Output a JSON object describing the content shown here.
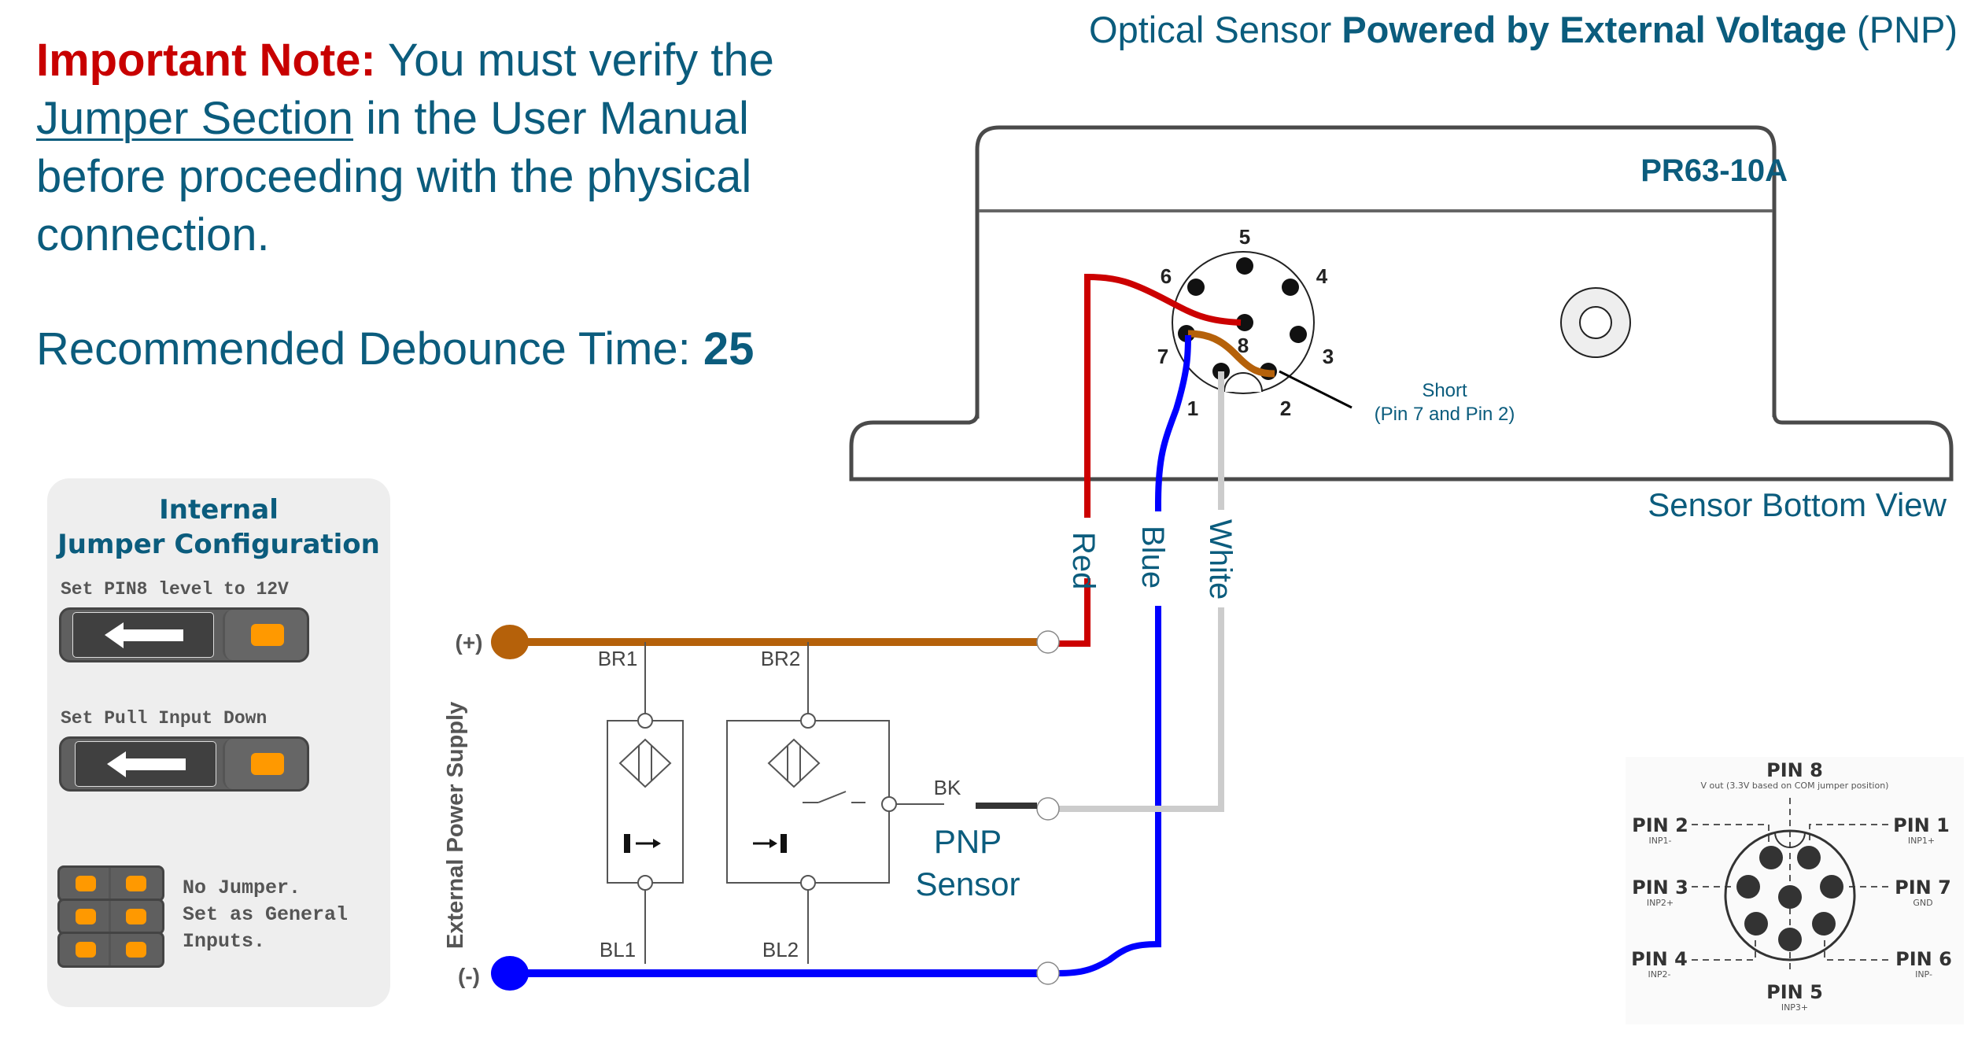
{
  "note": {
    "label": "Important Note:",
    "text_before_link": " You must verify the ",
    "link_text": "Jumper Section",
    "text_after_link": " in the User Manual before proceeding with the physical connection."
  },
  "debounce": {
    "label": "Recommended Debounce Time: ",
    "value": "25"
  },
  "title": {
    "prefix": "Optical Sensor ",
    "bold": "Powered by External Voltage",
    "suffix": " (PNP)"
  },
  "device": {
    "model": "PR63-10A",
    "view_label": "Sensor Bottom View",
    "connector_pins": [
      "1",
      "2",
      "3",
      "4",
      "5",
      "6",
      "7",
      "8"
    ],
    "short_label_line1": "Short",
    "short_label_line2": "(Pin 7 and Pin 2)"
  },
  "wires": {
    "red": "Red",
    "blue": "Blue",
    "white": "White"
  },
  "jumper_panel": {
    "title_line1": "Internal",
    "title_line2": "Jumper Configuration",
    "setting1": "Set PIN8 level to 12V",
    "setting2": "Set Pull Input Down",
    "setting3_line1": "No Jumper.",
    "setting3_line2": "Set as General",
    "setting3_line3": "Inputs."
  },
  "circuit": {
    "supply_label": "External Power Supply",
    "plus": "(+)",
    "minus": "(-)",
    "br1": "BR1",
    "br2": "BR2",
    "bl1": "BL1",
    "bl2": "BL2",
    "bk": "BK",
    "sensor_line1": "PNP",
    "sensor_line2": "Sensor"
  },
  "pinmap": {
    "pin8": {
      "name": "PIN 8",
      "desc": "V out (3.3V based on COM jumper position)"
    },
    "pin2": {
      "name": "PIN 2",
      "desc": "INP1-"
    },
    "pin1": {
      "name": "PIN 1",
      "desc": "INP1+"
    },
    "pin3": {
      "name": "PIN 3",
      "desc": "INP2+"
    },
    "pin7": {
      "name": "PIN 7",
      "desc": "GND"
    },
    "pin4": {
      "name": "PIN 4",
      "desc": "INP2-"
    },
    "pin6": {
      "name": "PIN 6",
      "desc": "INP-"
    },
    "pin5": {
      "name": "PIN 5",
      "desc": "INP3+"
    }
  },
  "colors": {
    "accent_text": "#0b5c7d",
    "warning": "#c80000",
    "wire_red": "#cc0000",
    "wire_blue": "#0000ff",
    "wire_white": "#cccccc",
    "wire_brown": "#b5610a",
    "jumper_pad": "#ff9900"
  }
}
